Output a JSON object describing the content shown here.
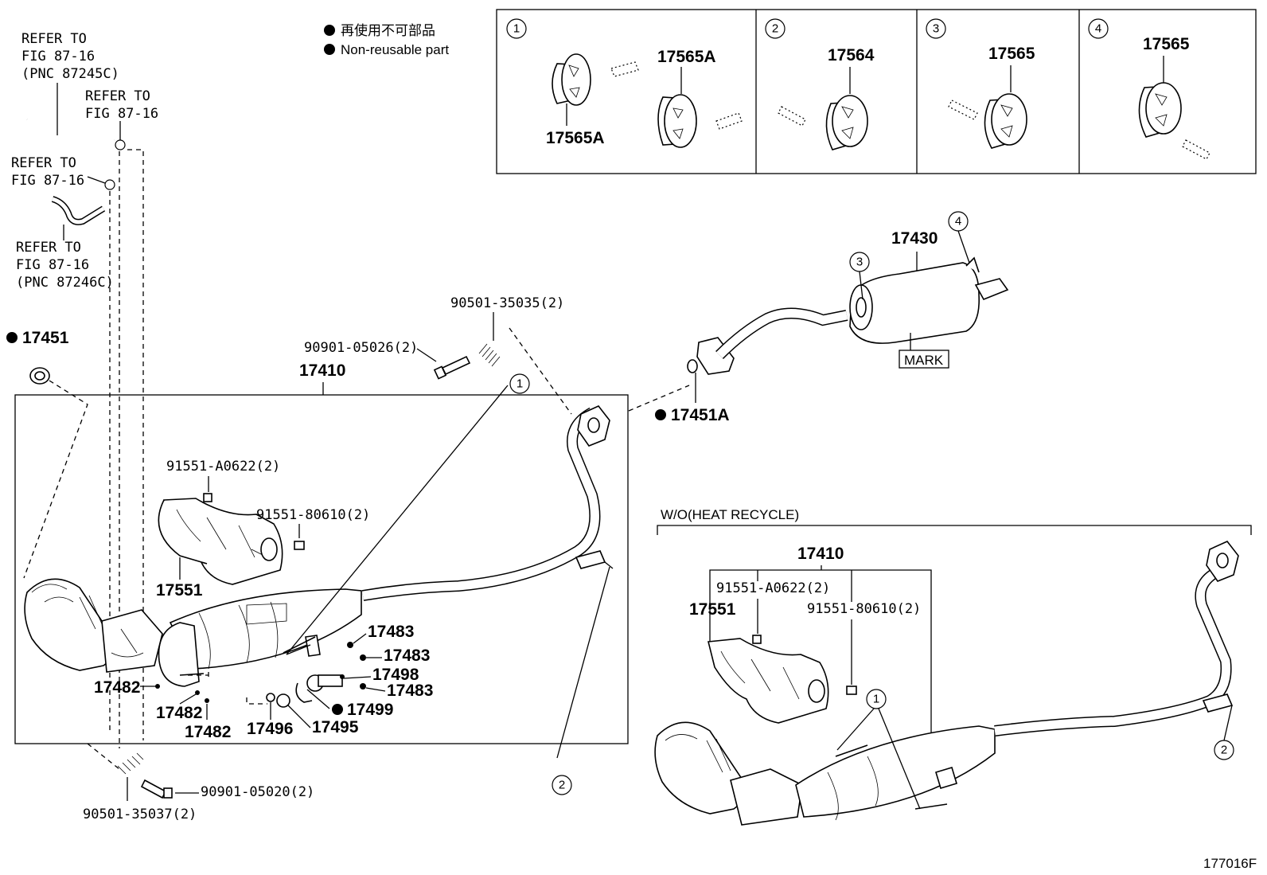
{
  "legend": {
    "jp": "再使用不可部品",
    "en": "Non-reusable part"
  },
  "figure_id": "177016F",
  "refer_notes": {
    "r1": [
      "REFER TO",
      "FIG 87-16",
      "(PNC 87245C)"
    ],
    "r2": [
      "REFER TO",
      "FIG 87-16"
    ],
    "r3": [
      "REFER TO",
      "FIG 87-16"
    ],
    "r4": [
      "REFER TO",
      "FIG 87-16",
      "(PNC 87246C)"
    ]
  },
  "insets": {
    "i1": {
      "num": "1",
      "labels": [
        "17565A",
        "17565A"
      ]
    },
    "i2": {
      "num": "2",
      "labels": [
        "17564"
      ]
    },
    "i3": {
      "num": "3",
      "labels": [
        "17565"
      ]
    },
    "i4": {
      "num": "4",
      "labels": [
        "17565"
      ]
    }
  },
  "main_labels": {
    "p17451": "17451",
    "p17410": "17410",
    "p17451A": "17451A",
    "p17430": "17430",
    "mark": "MARK",
    "bolt_90501_35035": "90501-35035(2)",
    "bolt_90901_05026": "90901-05026(2)",
    "p91551_A0622": "91551-A0622(2)",
    "p91551_80610": "91551-80610(2)",
    "p17551": "17551",
    "p17483a": "17483",
    "p17483b": "17483",
    "p17483c": "17483",
    "p17498": "17498",
    "p17499": "17499",
    "p17495": "17495",
    "p17496": "17496",
    "p17482a": "17482",
    "p17482b": "17482",
    "p17482c": "17482",
    "bolt_90901_05020": "90901-05020(2)",
    "bolt_90501_35037": "90501-35037(2)"
  },
  "callouts": {
    "c1": "1",
    "c2": "2",
    "c3": "3",
    "c4": "4",
    "c1b": "1",
    "c2b": "2"
  },
  "variant": {
    "title": "W/O(HEAT RECYCLE)",
    "p17410": "17410",
    "p17551": "17551",
    "p91551_A0622": "91551-A0622(2)",
    "p91551_80610": "91551-80610(2)"
  }
}
